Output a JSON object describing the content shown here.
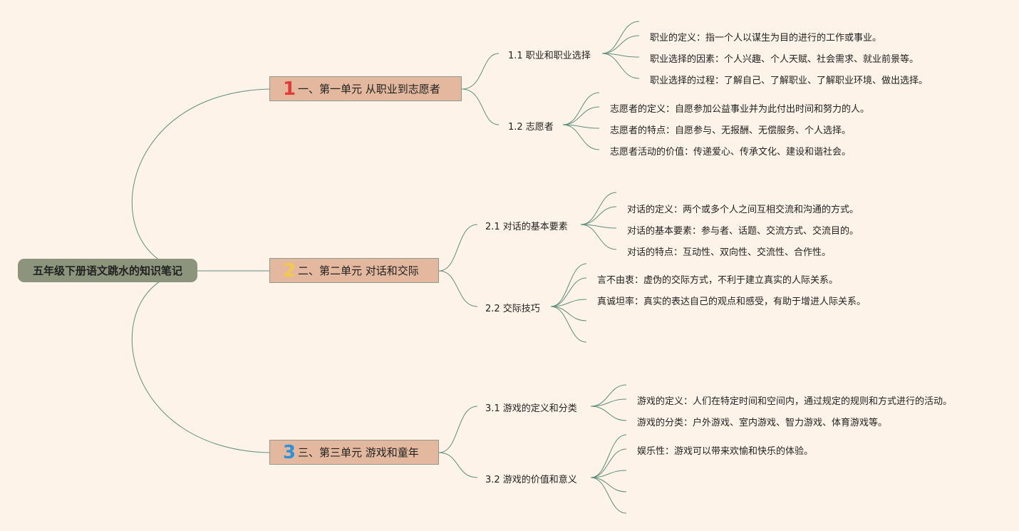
{
  "root": "五年级下册语文跳水的知识笔记",
  "colors": {
    "background": "#fdf3e8",
    "root_fill": "#8c957c",
    "unit_fill": "#e3b89f",
    "line": "#5f8f7c",
    "num1": "#e33a3a",
    "num2": "#f2c94c",
    "num3": "#2f8fd8"
  },
  "units": [
    {
      "num": "1",
      "label": "一、第一单元 从职业到志愿者",
      "subs": [
        {
          "label": "1.1 职业和职业选择",
          "leaves": [
            "职业的定义：指一个人以谋生为目的进行的工作或事业。",
            "职业选择的因素：个人兴趣、个人天赋、社会需求、就业前景等。",
            "职业选择的过程：了解自己、了解职业、了解职业环境、做出选择。"
          ]
        },
        {
          "label": "1.2 志愿者",
          "leaves": [
            "志愿者的定义：自愿参加公益事业并为此付出时间和努力的人。",
            "志愿者的特点：自愿参与、无报酬、无偿服务、个人选择。",
            "志愿者活动的价值：传递爱心、传承文化、建设和谐社会。"
          ]
        }
      ]
    },
    {
      "num": "2",
      "label": "二、第二单元 对话和交际",
      "subs": [
        {
          "label": "2.1 对话的基本要素",
          "leaves": [
            "对话的定义：两个或多个人之间互相交流和沟通的方式。",
            "对话的基本要素：参与者、话题、交流方式、交流目的。",
            "对话的特点：互动性、双向性、交流性、合作性。"
          ]
        },
        {
          "label": "2.2 交际技巧",
          "leaves": [
            "言不由衷：虚伪的交际方式，不利于建立真实的人际关系。",
            "真诚坦率：真实的表达自己的观点和感受，有助于增进人际关系。"
          ]
        }
      ]
    },
    {
      "num": "3",
      "label": "三、第三单元 游戏和童年",
      "subs": [
        {
          "label": "3.1 游戏的定义和分类",
          "leaves": [
            "游戏的定义：人们在特定时间和空间内，通过规定的规则和方式进行的活动。",
            "游戏的分类：户外游戏、室内游戏、智力游戏、体育游戏等。"
          ]
        },
        {
          "label": "3.2 游戏的价值和意义",
          "leaves": [
            "娱乐性：游戏可以带来欢愉和快乐的体验。"
          ]
        }
      ]
    }
  ]
}
